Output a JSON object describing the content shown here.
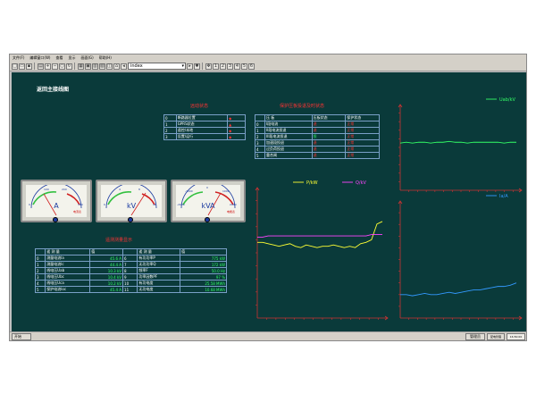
{
  "menu": [
    "文件(F)",
    "编辑窗口(W)",
    "查看",
    "显示",
    "画面(G)",
    "帮助(H)"
  ],
  "toolbar": {
    "combo_value": "index"
  },
  "page_title": "返回主接线图",
  "protect_panel": {
    "title": "远动状态",
    "rows": [
      {
        "no": "0",
        "name": "断路器位置"
      },
      {
        "no": "1",
        "name": "GPRS状态"
      },
      {
        "no": "2",
        "name": "遥控/本地"
      },
      {
        "no": "3",
        "name": "设置/运行"
      }
    ]
  },
  "relay_panel": {
    "title": "保护压板投退及时状态",
    "headers": [
      "",
      "压 板",
      "压板状态",
      "保护状态"
    ],
    "rows": [
      {
        "no": "0",
        "name": "I段电流",
        "a": "退",
        "b": "正常"
      },
      {
        "no": "1",
        "name": "II段电流投退",
        "a": "退",
        "b": "正常"
      },
      {
        "no": "2",
        "name": "III段电流投退",
        "a": "投",
        "b": "正常"
      },
      {
        "no": "3",
        "name": "加速段投退",
        "a": "退",
        "b": "正常"
      },
      {
        "no": "4",
        "name": "过负荷投退",
        "a": "退",
        "b": "正常"
      },
      {
        "no": "5",
        "name": "重合闸",
        "a": "退",
        "b": "正常"
      }
    ]
  },
  "meters": [
    {
      "unit": "A",
      "scale": [
        "0",
        "100",
        "200",
        "300"
      ],
      "brand": "电流表"
    },
    {
      "unit": "kV",
      "scale": [
        "0",
        "4",
        "8",
        "12"
      ],
      "brand": ""
    },
    {
      "unit": "kVA",
      "scale": [
        "-2000",
        "-1000",
        "0",
        "1000",
        "2000"
      ],
      "brand": "电能表"
    }
  ],
  "measure_panel": {
    "title": "遥测测量显示",
    "headers": [
      "",
      "遥 测 量",
      "值",
      "",
      "遥 测 量",
      "值"
    ],
    "rows": [
      {
        "n1": "0",
        "k1": "测量电流Ia",
        "v1": "45.6 A",
        "n2": "6",
        "k2": "有功功率P",
        "v2": "775 kW"
      },
      {
        "n1": "1",
        "k1": "测量电流Ic",
        "v1": "44.4 A",
        "n2": "7",
        "k2": "无功功率Q",
        "v2": "172 kW"
      },
      {
        "n1": "2",
        "k1": "线电压Uab",
        "v1": "10.3 kV",
        "n2": "8",
        "k2": "频率F",
        "v2": "50.0 Hz"
      },
      {
        "n1": "3",
        "k1": "线电压Ubc",
        "v1": "10.4 kV",
        "n2": "9",
        "k2": "功率因数PF",
        "v2": "97 %"
      },
      {
        "n1": "4",
        "k1": "线电压Uca",
        "v1": "10.2 kV",
        "n2": "10",
        "k2": "有功电度",
        "v2": "25.58 MWh"
      },
      {
        "n1": "5",
        "k1": "保护电流Ioc",
        "v1": "45.4 A",
        "n2": "11",
        "k2": "无功电度",
        "v2": "10.68 MWh"
      }
    ]
  },
  "chart_data": [
    {
      "type": "line",
      "title": "",
      "series": [
        {
          "name": "Uab/kV",
          "values": [
            0.55,
            0.56,
            0.55,
            0.56,
            0.56,
            0.55,
            0.56,
            0.56,
            0.57,
            0.56,
            0.56,
            0.55,
            0.56,
            0.56,
            0.56,
            0.56,
            0.56,
            0.55,
            0.56,
            0.56
          ]
        }
      ],
      "legend": "top-right"
    },
    {
      "type": "line",
      "title": "",
      "series": [
        {
          "name": "P/kW",
          "values": [
            0.58,
            0.58,
            0.57,
            0.56,
            0.55,
            0.56,
            0.57,
            0.55,
            0.54,
            0.56,
            0.55,
            0.54,
            0.55,
            0.55,
            0.56,
            0.55,
            0.54,
            0.55,
            0.54,
            0.57,
            0.58,
            0.6,
            0.72,
            0.74
          ]
        },
        {
          "name": "Q/kV",
          "values": [
            0.62,
            0.62,
            0.63,
            0.63,
            0.63,
            0.63,
            0.63,
            0.63,
            0.63,
            0.63,
            0.63,
            0.63,
            0.63,
            0.63,
            0.63,
            0.63,
            0.63,
            0.63,
            0.63,
            0.63,
            0.63,
            0.64,
            0.64,
            0.64
          ]
        }
      ],
      "legend": "top"
    },
    {
      "type": "line",
      "title": "",
      "series": [
        {
          "name": "Ia/A",
          "values": [
            0.2,
            0.2,
            0.19,
            0.2,
            0.21,
            0.2,
            0.2,
            0.21,
            0.22,
            0.21,
            0.22,
            0.23,
            0.24,
            0.24,
            0.25,
            0.26,
            0.27,
            0.27,
            0.28,
            0.3
          ]
        }
      ],
      "legend": "top-right"
    }
  ],
  "statusbar": {
    "start": "开始",
    "user": "管理员",
    "btn1": "配电管理",
    "clock": "16:50:00"
  }
}
